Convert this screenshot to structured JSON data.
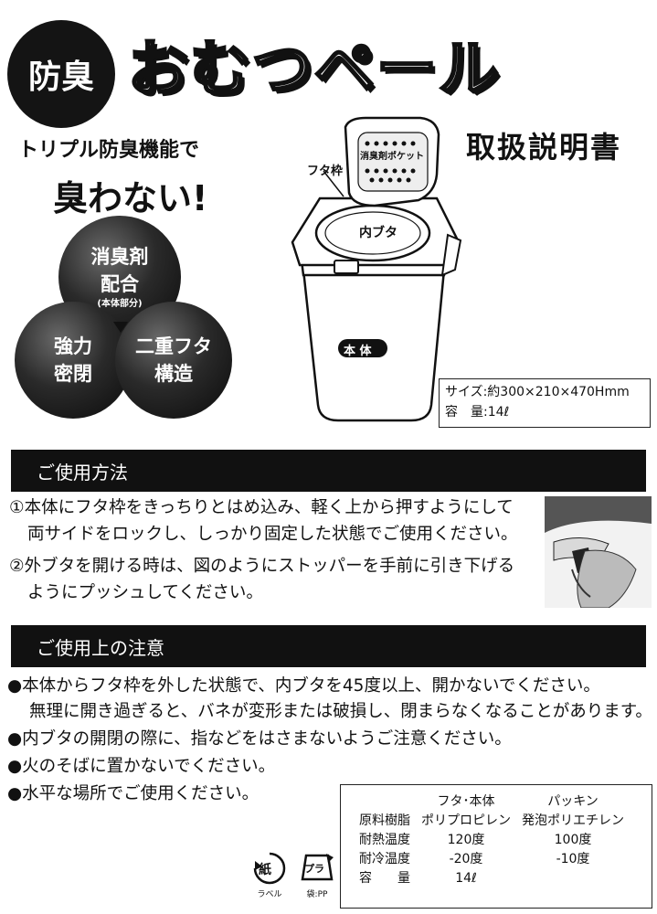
{
  "header": {
    "badge": "防臭",
    "title": "おむつペール",
    "manual": "取扱説明書"
  },
  "tagline": {
    "line1": "トリプル防臭機能で",
    "line2": "臭わない!"
  },
  "features": [
    {
      "line1": "消臭剤",
      "line2": "配合",
      "note": "(本体部分)"
    },
    {
      "line1": "強力",
      "line2": "密閉"
    },
    {
      "line1": "二重フタ",
      "line2": "構造"
    }
  ],
  "diagram": {
    "pocket_label": "消臭剤ポケット",
    "frame_label": "フタ枠",
    "inner_lid_label": "内ブタ",
    "body_label": "本 体"
  },
  "specs": {
    "size": "サイズ:約300×210×470Hmm",
    "capacity": "容　量:14ℓ"
  },
  "usage": {
    "heading": "ご使用方法",
    "step1_line1": "①本体にフタ枠をきっちりとはめ込み、軽く上から押すようにして",
    "step1_line2": "両サイドをロックし、しっかり固定した状態でご使用ください。",
    "step2_line1": "②外ブタを開ける時は、図のようにストッパーを手前に引き下げる",
    "step2_line2": "ようにプッシュしてください。"
  },
  "cautions": {
    "heading": "ご使用上の注意",
    "item1_line1": "●本体からフタ枠を外した状態で、内ブタを45度以上、開かないでください。",
    "item1_line2": "無理に開き過ぎると、バネが変形または破損し、閉まらなくなることがあります。",
    "item2": "●内ブタの開閉の際に、指などをはさまないようご注意ください。",
    "item3": "●火のそばに置かないでください。",
    "item4": "●水平な場所でご使用ください。"
  },
  "recycle": {
    "paper_mark": "紙",
    "paper_caption": "ラベル",
    "plastic_mark": "プラ",
    "plastic_caption": "袋:PP"
  },
  "materials": {
    "col1": "フタ･本体",
    "col2": "パッキン",
    "rows": [
      {
        "label": "原料樹脂",
        "v1": "ポリプロピレン",
        "v2": "発泡ポリエチレン"
      },
      {
        "label": "耐熱温度",
        "v1": "120度",
        "v2": "100度"
      },
      {
        "label": "耐冷温度",
        "v1": "-20度",
        "v2": "-10度"
      },
      {
        "label": "容　　量",
        "v1": "14ℓ",
        "v2": ""
      }
    ]
  }
}
